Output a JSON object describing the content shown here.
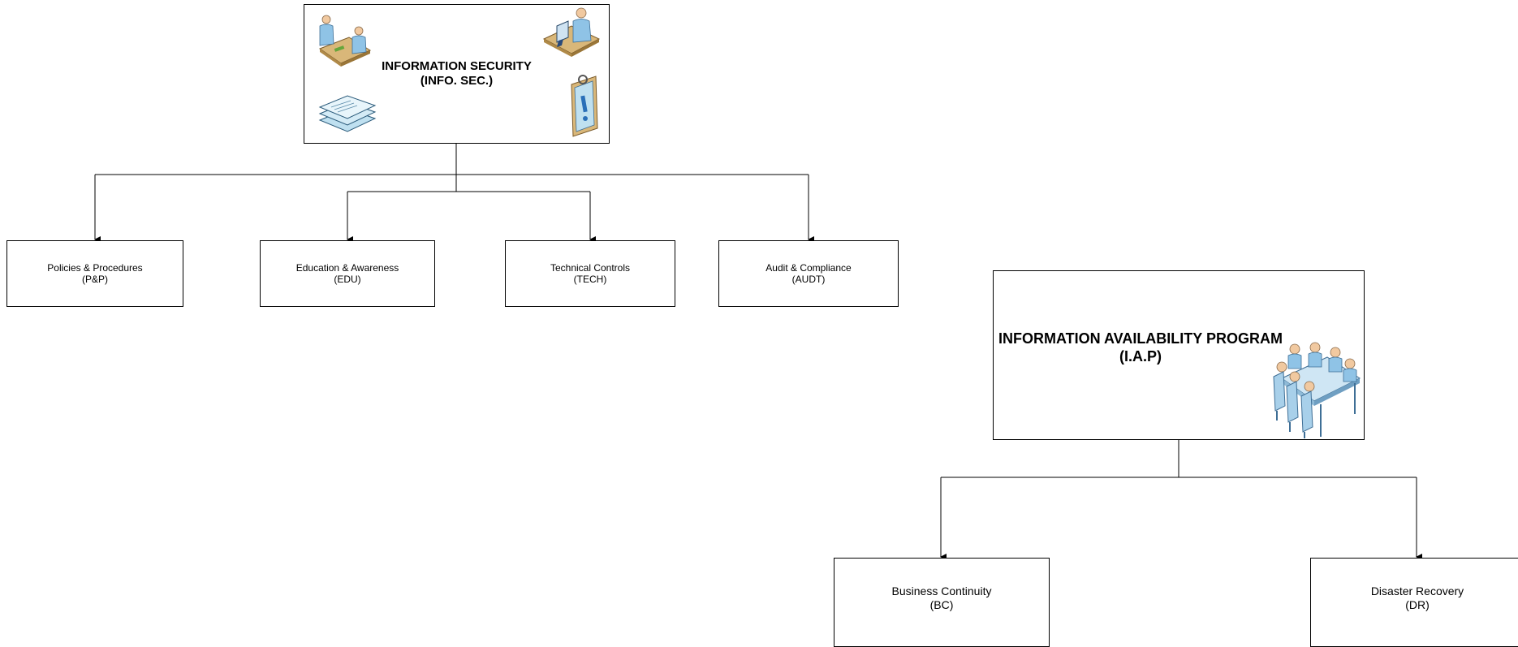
{
  "infosec": {
    "title": "INFORMATION SECURITY",
    "abbr": "(INFO. SEC.)"
  },
  "infosec_children": [
    {
      "label": "Policies & Procedures",
      "abbr": "(P&P)"
    },
    {
      "label": "Education & Awareness",
      "abbr": "(EDU)"
    },
    {
      "label": "Technical Controls",
      "abbr": "(TECH)"
    },
    {
      "label": "Audit & Compliance",
      "abbr": "(AUDT)"
    }
  ],
  "iap": {
    "title": "INFORMATION AVAILABILITY PROGRAM",
    "abbr": "(I.A.P)"
  },
  "iap_children": [
    {
      "label": "Business Continuity",
      "abbr": "(BC)"
    },
    {
      "label": "Disaster Recovery",
      "abbr": "(DR)"
    }
  ],
  "icons": [
    "meeting-desk-icon",
    "computer-user-icon",
    "documents-stack-icon",
    "clipboard-alert-icon",
    "conference-table-icon"
  ]
}
